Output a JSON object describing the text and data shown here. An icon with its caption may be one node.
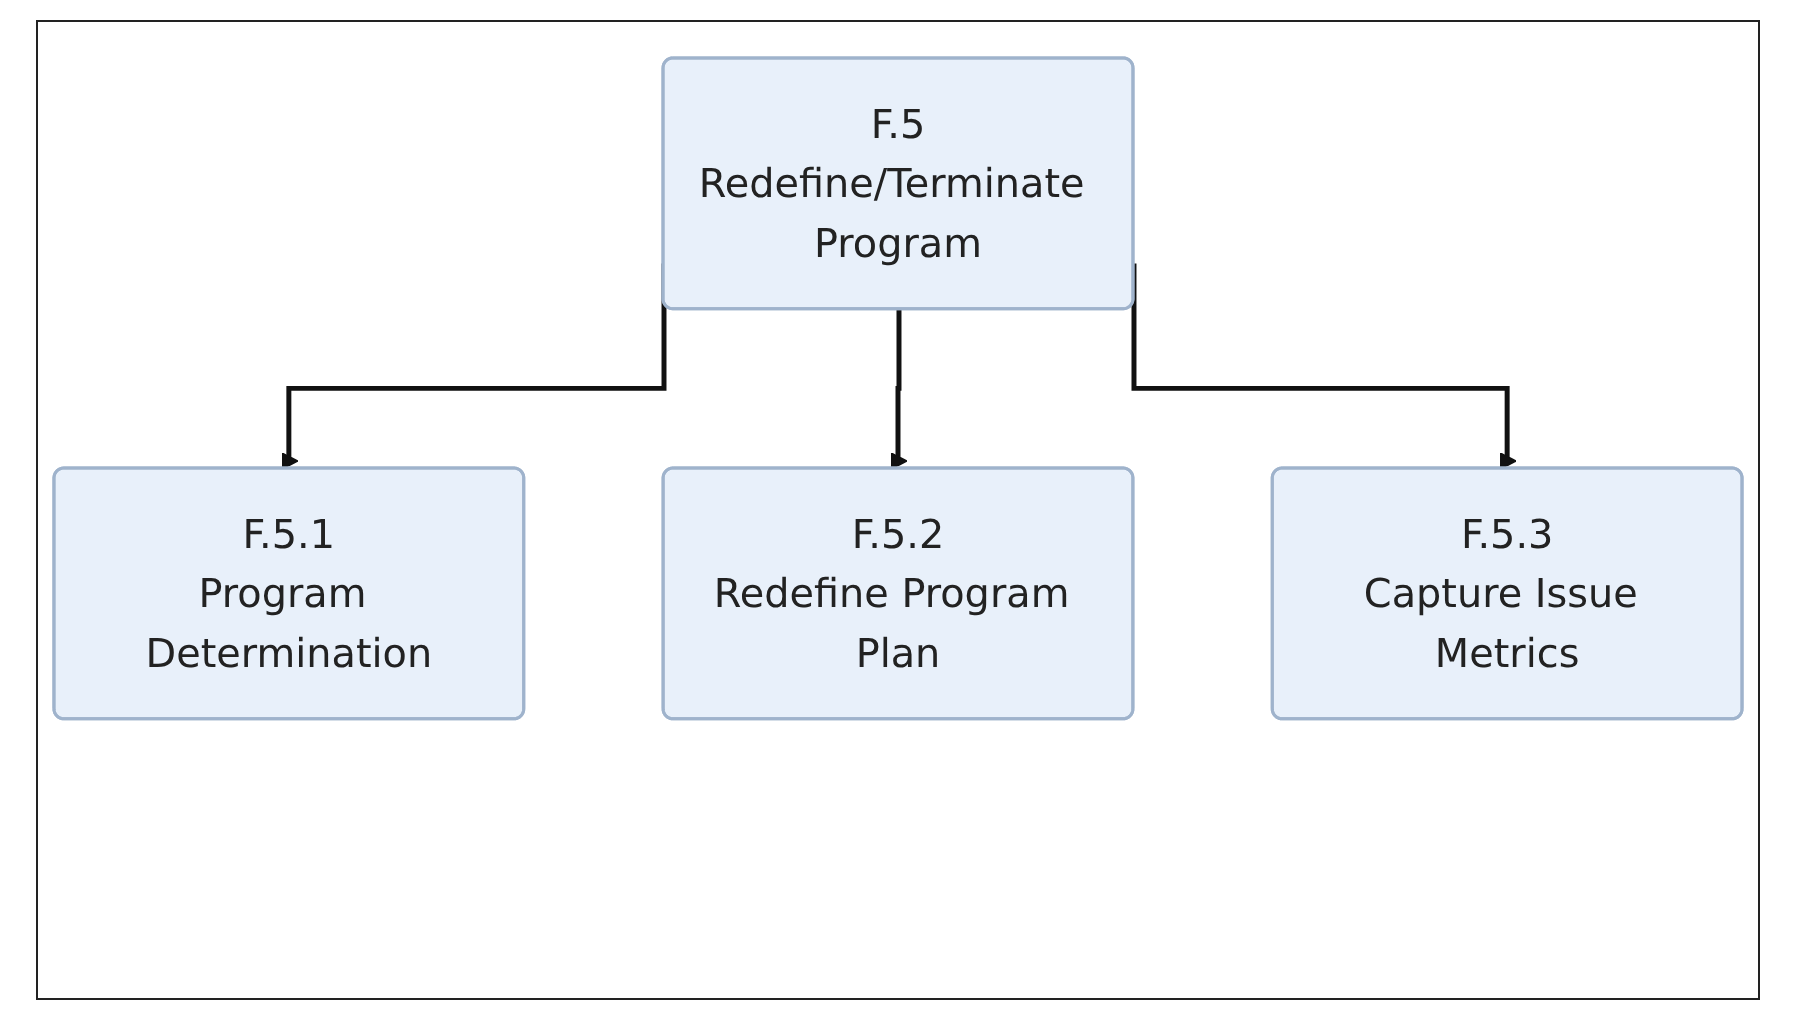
{
  "diagram": {
    "nodes": [
      {
        "text": [
          "F.5",
          "Redefine/Terminate Program"
        ]
      },
      {
        "text": [
          "F.5.1",
          "Program Determination"
        ]
      },
      {
        "text": [
          "F.5.2",
          "Redefine Program Plan"
        ]
      },
      {
        "text": [
          "F.5.3",
          "Capture Issue Metrics"
        ]
      }
    ],
    "edges": [
      {
        "from": 0,
        "to": 1,
        "arrow": "to"
      },
      {
        "from": 0,
        "to": 2,
        "arrow": "to"
      },
      {
        "from": 0,
        "to": 3,
        "arrow": "to"
      }
    ]
  }
}
